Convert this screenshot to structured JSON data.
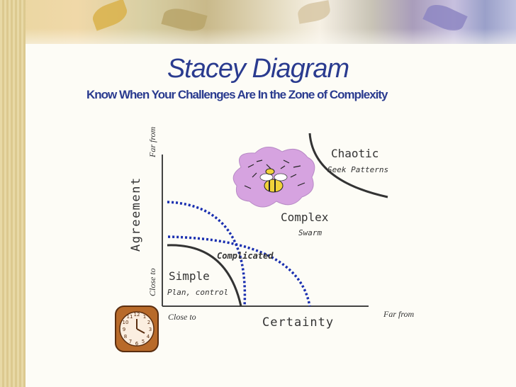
{
  "title": "Stacey Diagram",
  "subtitle": "Know When Your Challenges Are In the Zone of Complexity",
  "axes": {
    "y_label": "Agreement",
    "x_label": "Certainty",
    "y_far": "Far from",
    "y_close": "Close to",
    "x_close": "Close to",
    "x_far": "Far from"
  },
  "zones": {
    "chaotic": {
      "name": "Chaotic",
      "action": "Seek Patterns"
    },
    "complex": {
      "name": "Complex",
      "action": "Swarm"
    },
    "complicated": {
      "name": "Complicated"
    },
    "simple": {
      "name": "Simple",
      "action": "Plan, control"
    }
  },
  "icons": [
    "bee-swarm-icon",
    "clock-icon"
  ],
  "colors": {
    "title": "#2a3b8f",
    "dotted_curve": "#1a2fb0",
    "solid_curve": "#333333",
    "label_text": "#333333"
  }
}
